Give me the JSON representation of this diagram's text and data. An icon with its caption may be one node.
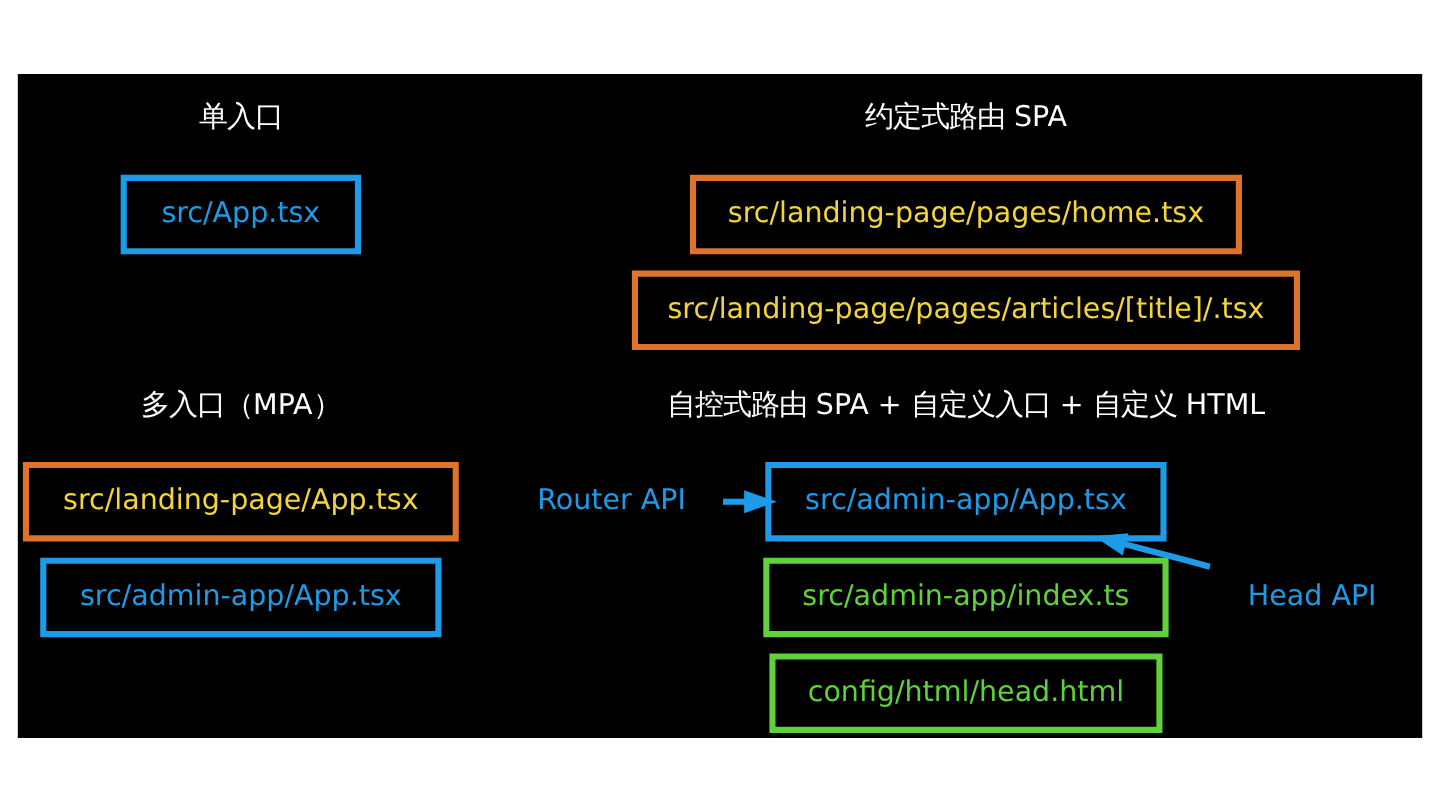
{
  "diagram": {
    "nodes": [
      {
        "text": [
          "src/App.tsx"
        ]
      },
      {
        "text": [
          "src/landing-page/pages/home.tsx"
        ]
      },
      {
        "text": [
          "src/landing-page/pages/articles/[title]/.tsx"
        ]
      },
      {
        "text": [
          "src/landing-page/App.tsx"
        ]
      },
      {
        "text": [
          "src/admin-app/App.tsx"
        ]
      },
      {
        "text": [
          "src/admin-app/App.tsx"
        ]
      },
      {
        "text": [
          "src/admin-app/index.ts"
        ]
      },
      {
        "text": [
          "config/html/head.html"
        ]
      },
      {
        "text": [
          "Router API"
        ]
      },
      {
        "text": [
          "Head API"
        ]
      }
    ],
    "edges": [
      {
        "from": 8,
        "to": 5,
        "arrow": "to"
      },
      {
        "from": 9,
        "to": 5,
        "arrow": "to"
      }
    ],
    "labels": [
      "单入口",
      "约定式路由 SPA",
      "多入口（MPA）",
      "自控式路由 SPA + 自定义入口 + 自定义 HTML"
    ]
  }
}
